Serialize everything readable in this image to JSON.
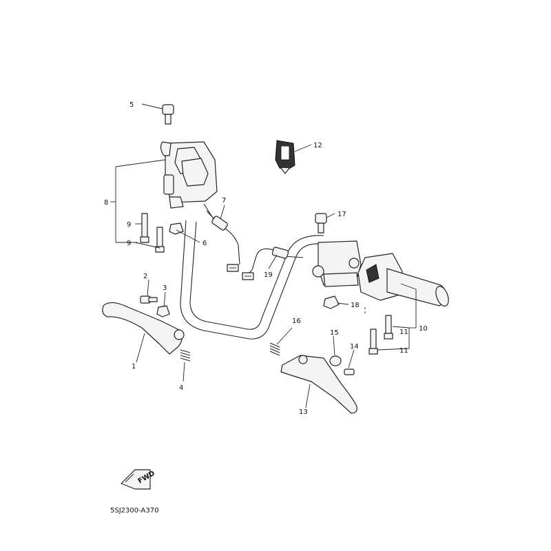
{
  "callouts": {
    "c1": "1",
    "c2": "2",
    "c3": "3",
    "c4": "4",
    "c5": "5",
    "c6": "6",
    "c7": "7",
    "c8": "8",
    "c9a": "9",
    "c9b": "9",
    "c10": "10",
    "c11a": "11",
    "c11b": "11",
    "c12": "12",
    "c13": "13",
    "c14": "14",
    "c15": "15",
    "c16": "16",
    "c17": "17",
    "c18": "18",
    "c19": "19"
  },
  "fwd_label": "FWD",
  "diagram_code": "5SJ2300-A370"
}
